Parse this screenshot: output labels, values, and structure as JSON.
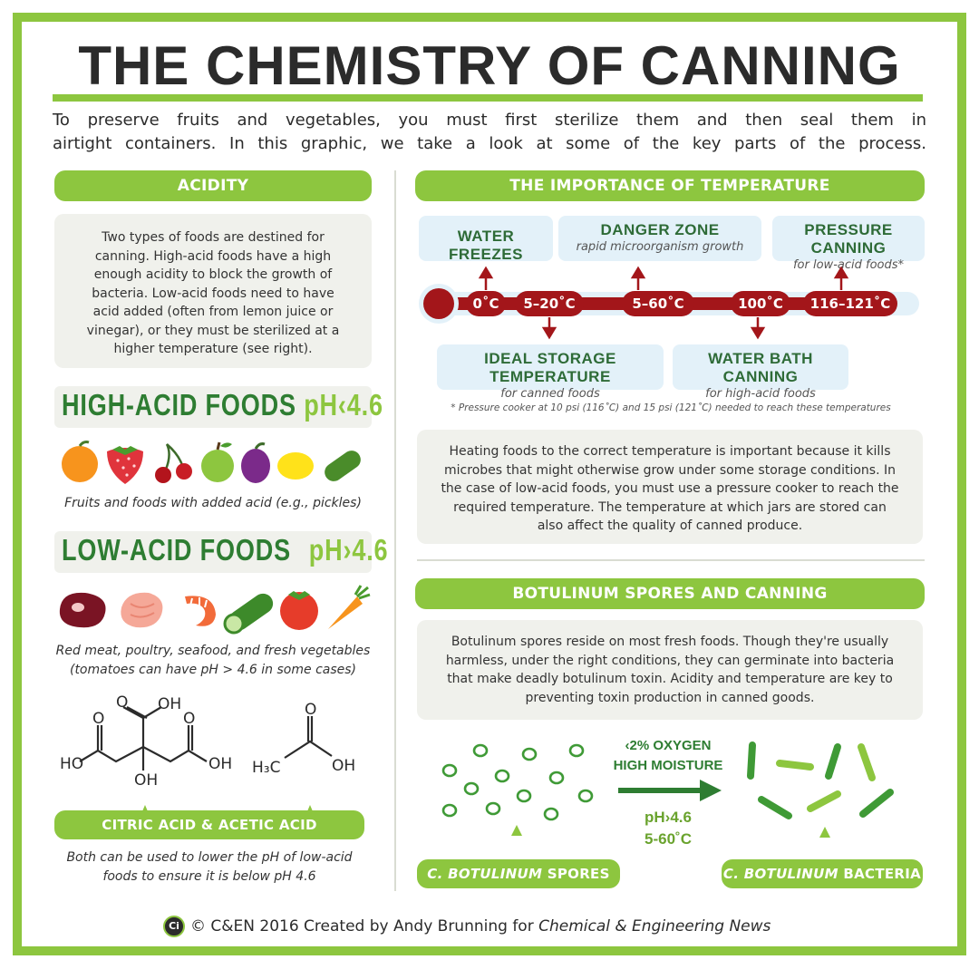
{
  "title": "THE CHEMISTRY OF CANNING",
  "intro": {
    "line1": "To preserve fruits and vegetables, you must first sterilize them and then seal them in",
    "line2": "airtight containers. In this graphic, we take a look at some of the key parts of the process."
  },
  "acidity": {
    "banner": "ACIDITY",
    "text": "Two types of foods are destined for canning. High-acid foods have a high enough acidity to block the growth of bacteria. Low-acid foods need to have acid added (often from lemon juice or vinegar), or they must be sterilized at a higher temperature (see right).",
    "high_title": "HIGH-ACID FOODS",
    "high_ph": "pH‹4.6",
    "high_caption": "Fruits and foods with added acid (e.g., pickles)",
    "low_title": "LOW-ACID FOODS",
    "low_ph": "pH›4.6",
    "low_caption_1": "Red meat, poultry, seafood, and fresh vegetables",
    "low_caption_2": "(tomatoes can have pH > 4.6 in some cases)",
    "acid_banner": "CITRIC ACID & ACETIC ACID",
    "acid_caption_1": "Both can be used to lower the pH of low-acid",
    "acid_caption_2": "foods to ensure it is below pH 4.6",
    "molecule_labels": {
      "oh_top": "OH",
      "o_top": "O",
      "o_left": "O",
      "o_right": "O",
      "ho_left": "HO",
      "oh_right": "OH",
      "oh_center": "OH",
      "h3c": "H₃C",
      "o_acetic": "O",
      "oh_acetic": "OH"
    }
  },
  "temperature": {
    "banner": "THE IMPORTANCE OF TEMPERATURE",
    "water_freezes": "WATER FREEZES",
    "danger_zone": "DANGER ZONE",
    "danger_zone_sub": "rapid microorganism growth",
    "pressure_canning": "PRESSURE CANNING",
    "pressure_canning_sub": "for low-acid foods*",
    "ideal_storage": "IDEAL STORAGE TEMPERATURE",
    "ideal_storage_sub": "for canned foods",
    "water_bath": "WATER BATH CANNING",
    "water_bath_sub": "for high-acid foods",
    "markers": [
      "0˚C",
      "5–20˚C",
      "5–60˚C",
      "100˚C",
      "116–121˚C"
    ],
    "footnote": "* Pressure cooker at 10 psi (116˚C) and 15 psi (121˚C) needed to reach these temperatures",
    "text": "Heating foods to the correct temperature is important because it kills microbes that might otherwise grow under some storage conditions. In the case of low-acid foods, you must use a pressure cooker to reach the required temperature. The temperature at which jars are stored can also affect the quality of canned produce."
  },
  "botulinum": {
    "banner": "BOTULINUM SPORES AND CANNING",
    "text": "Botulinum spores reside on most fresh foods. Though they're usually harmless, under the right conditions, they can germinate into bacteria that make deadly botulinum toxin. Acidity and temperature are key to preventing toxin production in canned goods.",
    "cond_oxygen": "‹2% OXYGEN",
    "cond_moisture": "HIGH MOISTURE",
    "cond_ph": "pH›4.6",
    "cond_temp": "5-60˚C",
    "spores_italic": "C. BOTULINUM",
    "spores_label": " SPORES",
    "bacteria_italic": "C. BOTULINUM",
    "bacteria_label": " BACTERIA"
  },
  "footer": {
    "logo": "Ci",
    "credit": "© C&EN 2016 Created by Andy Brunning for ",
    "publication": "Chemical & Engineering News"
  },
  "colors": {
    "frame_green": "#8dc63f",
    "dark_green": "#2e7d32",
    "thermometer_red": "#a3161a",
    "panel_grey": "#f0f1ec",
    "temp_box_blue": "#e3f1f9"
  }
}
